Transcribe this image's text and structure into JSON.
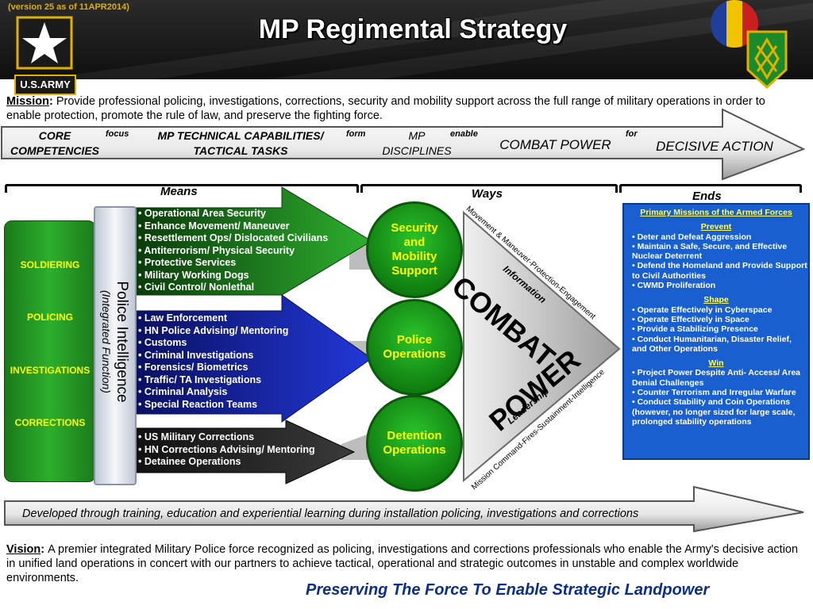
{
  "header": {
    "version": "(version 25 as of 11APR2014)",
    "title": "MP Regimental Strategy",
    "army_label": "U.S.ARMY"
  },
  "mission": {
    "label": "Mission",
    "text": "Provide professional policing, investigations, corrections, security and mobility support across the full range of military operations in order to enable protection, promote the rule of law, and preserve the fighting force."
  },
  "header_arrow": {
    "core": "CORE COMPETENCIES",
    "focus": "focus",
    "tech": "MP TECHNICAL CAPABILITIES/ TACTICAL TASKS",
    "form": "form",
    "mp_disc": "MP DISCIPLINES",
    "enable": "enable",
    "combat_power": "COMBAT POWER",
    "for": "for",
    "decisive": "DECISIVE ACTION"
  },
  "brackets": {
    "means": "Means",
    "ways": "Ways",
    "ends": "Ends"
  },
  "core_competencies": [
    "SOLDIERING",
    "POLICING",
    "INVESTIGATIONS",
    "CORRECTIONS"
  ],
  "police_intelligence": {
    "title": "Police Intelligence",
    "subtitle": "(Integrated Function)"
  },
  "tasks": {
    "security": [
      "• Operational Area Security",
      "• Enhance Movement/ Maneuver",
      "• Resettlement Ops/ Dislocated Civilians",
      "• Antiterrorism/ Physical Security",
      "• Protective Services",
      "• Military Working Dogs",
      "• Civil Control/ Nonlethal"
    ],
    "police": [
      "• Law Enforcement",
      "• HN Police Advising/ Mentoring",
      "• Customs",
      "• Criminal Investigations",
      "• Forensics/ Biometrics",
      "• Traffic/ TA Investigations",
      "• Criminal Analysis",
      "• Special Reaction Teams"
    ],
    "detention": [
      "• US Military Corrections",
      "• HN Corrections Advising/ Mentoring",
      "• Detainee Operations"
    ]
  },
  "disciplines": {
    "security": "Security and Mobility Support",
    "police": "Police Operations",
    "detention": "Detention Operations"
  },
  "combat_power_triangle": {
    "combat": "COMBAT",
    "power": "POWER",
    "information": "Information",
    "leadership": "Leadership",
    "top_edge": "Movement & Maneuver-Protection-Engagement",
    "bottom_edge": "Mission Command-Fires-Sustainment-Intelligence"
  },
  "ends": {
    "title": "Primary Missions of the Armed Forces",
    "prevent_label": "Prevent",
    "prevent": [
      "• Deter and Defeat Aggression",
      "• Maintain a Safe, Secure, and Effective Nuclear Deterrent",
      "• Defend the Homeland and Provide Support to Civil Authorities",
      "• CWMD Proliferation"
    ],
    "shape_label": "Shape",
    "shape": [
      "•  Operate Effectively in Cyberspace",
      "•  Operate Effectively in Space",
      "•  Provide a Stabilizing  Presence",
      "•  Conduct Humanitarian, Disaster Relief, and Other Operations"
    ],
    "win_label": "Win",
    "win": [
      "• Project Power Despite Anti- Access/ Area Denial Challenges",
      "• Counter Terrorism and Irregular Warfare",
      "• Conduct Stability and Coin Operations (however, no longer sized for large scale, prolonged stability operations"
    ]
  },
  "developed": "Developed through training, education and experiential learning during installation policing, investigations and corrections",
  "vision": {
    "label": "Vision",
    "text": "A premier integrated Military Police force recognized as policing, investigations and corrections professionals who enable the Army's decisive action in unified land operations in concert with our partners to achieve tactical, operational and strategic outcomes in unstable and complex worldwide environments."
  },
  "tagline": "Preserving The Force To Enable Strategic Landpower",
  "colors": {
    "green": "#2dae2d",
    "blue": "#1a5fd0",
    "yellow": "#ffff00",
    "navy": "#0b2e8a"
  }
}
